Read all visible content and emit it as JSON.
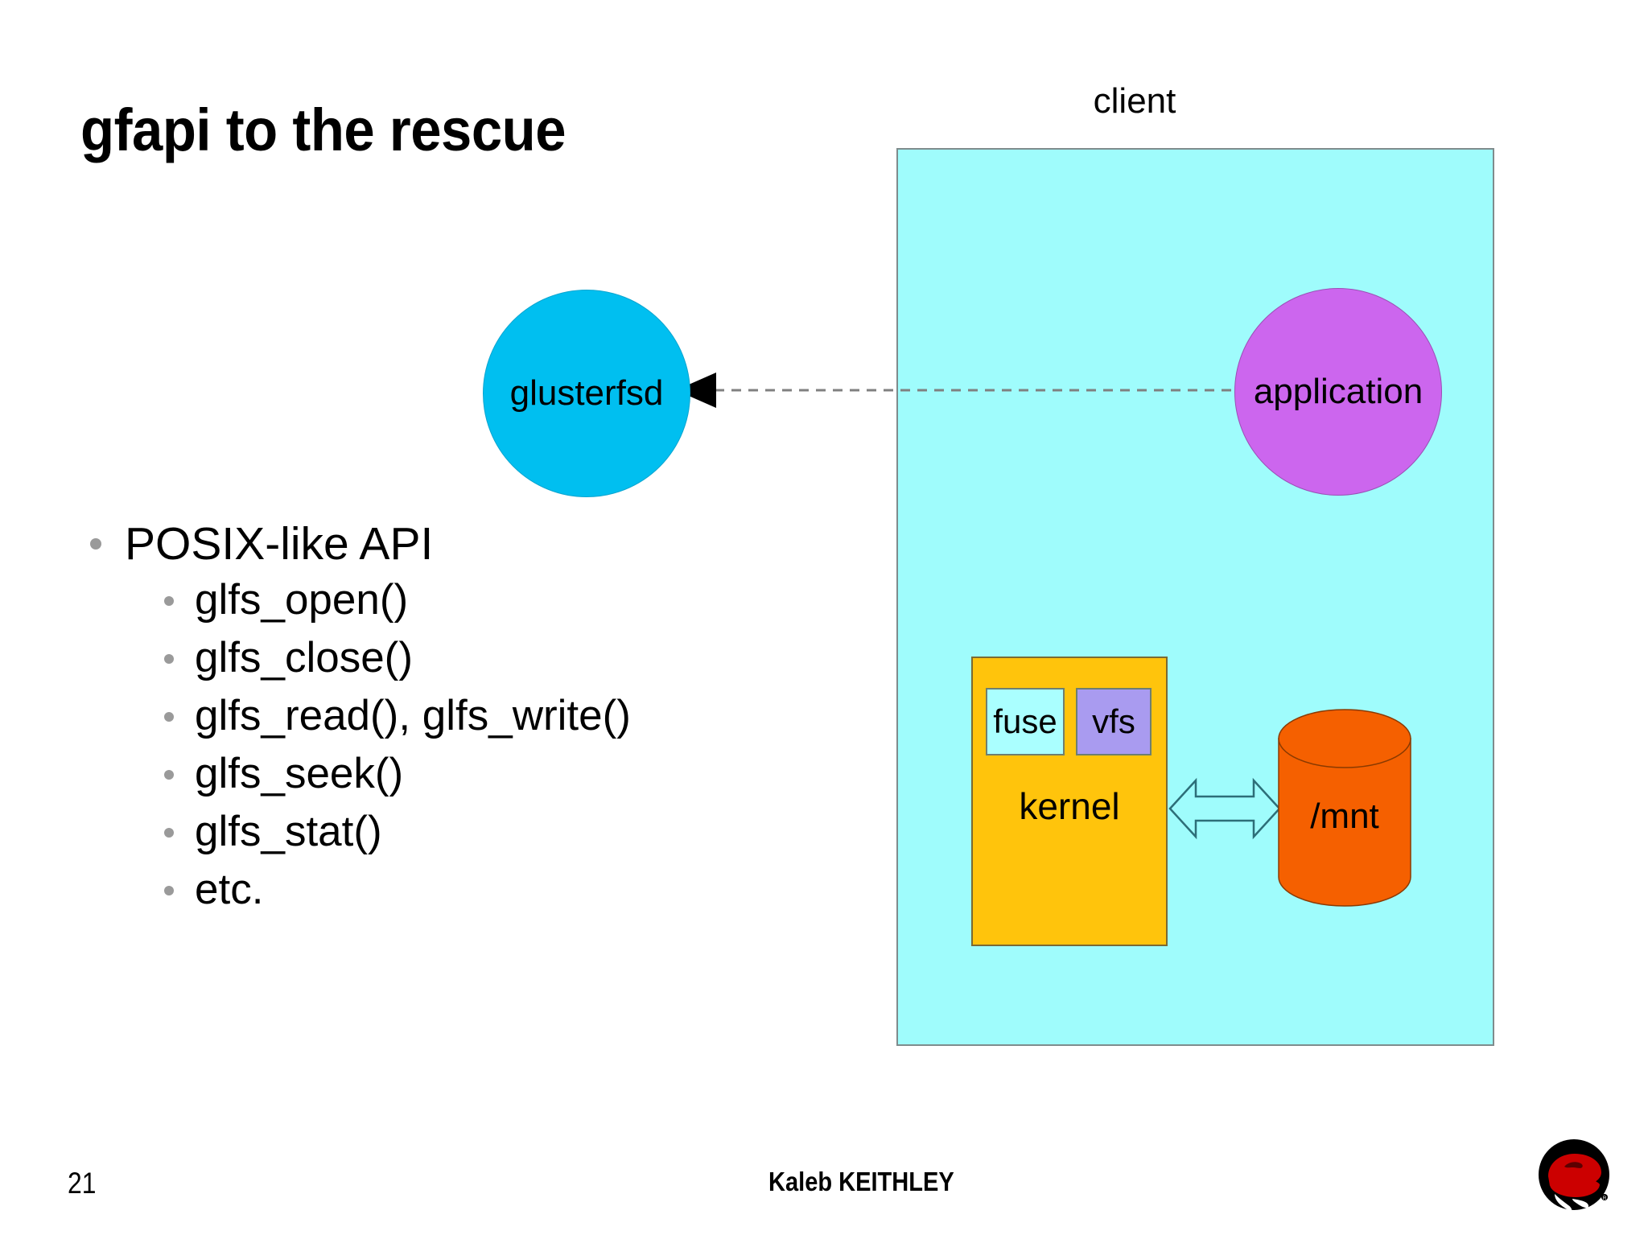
{
  "slide": {
    "title": "gfapi to the rescue",
    "page_number": "21",
    "footer_author": "Kaleb KEITHLEY",
    "logo_name": "red-hat-shadowman-logo"
  },
  "bullets": [
    {
      "level": 1,
      "text": "POSIX-like API"
    },
    {
      "level": 2,
      "text": "glfs_open()"
    },
    {
      "level": 2,
      "text": "glfs_close()"
    },
    {
      "level": 2,
      "text": "glfs_read(), glfs_write()"
    },
    {
      "level": 2,
      "text": "glfs_seek()"
    },
    {
      "level": 2,
      "text": "glfs_stat()"
    },
    {
      "level": 2,
      "text": "etc."
    }
  ],
  "diagram": {
    "client_label": "client",
    "glusterfsd_label": "glusterfsd",
    "application_label": "application",
    "kernel_label": "kernel",
    "fuse_label": "fuse",
    "vfs_label": "vfs",
    "mount_label": "/mnt",
    "connector_dashed_name": "application-to-glusterfsd-dashed-arrow",
    "connector_double_name": "kernel-to-mnt-double-arrow"
  },
  "colors": {
    "client_box_fill": "#9FFCFC",
    "client_box_border": "#7f8c8d",
    "glusterfsd_fill": "#00BFF0",
    "application_fill": "#CC66EE",
    "kernel_fill": "#FFC40C",
    "fuse_fill": "#AAFFFF",
    "vfs_fill": "#A99BF0",
    "mount_fill": "#F56000",
    "bullet_dot": "#9a9a9a",
    "dashed_line": "#808080",
    "double_arrow_stroke": "#2d6e78",
    "logo_red": "#CC0000",
    "logo_black": "#000000",
    "background": "#FFFFFF",
    "text": "#000000"
  }
}
